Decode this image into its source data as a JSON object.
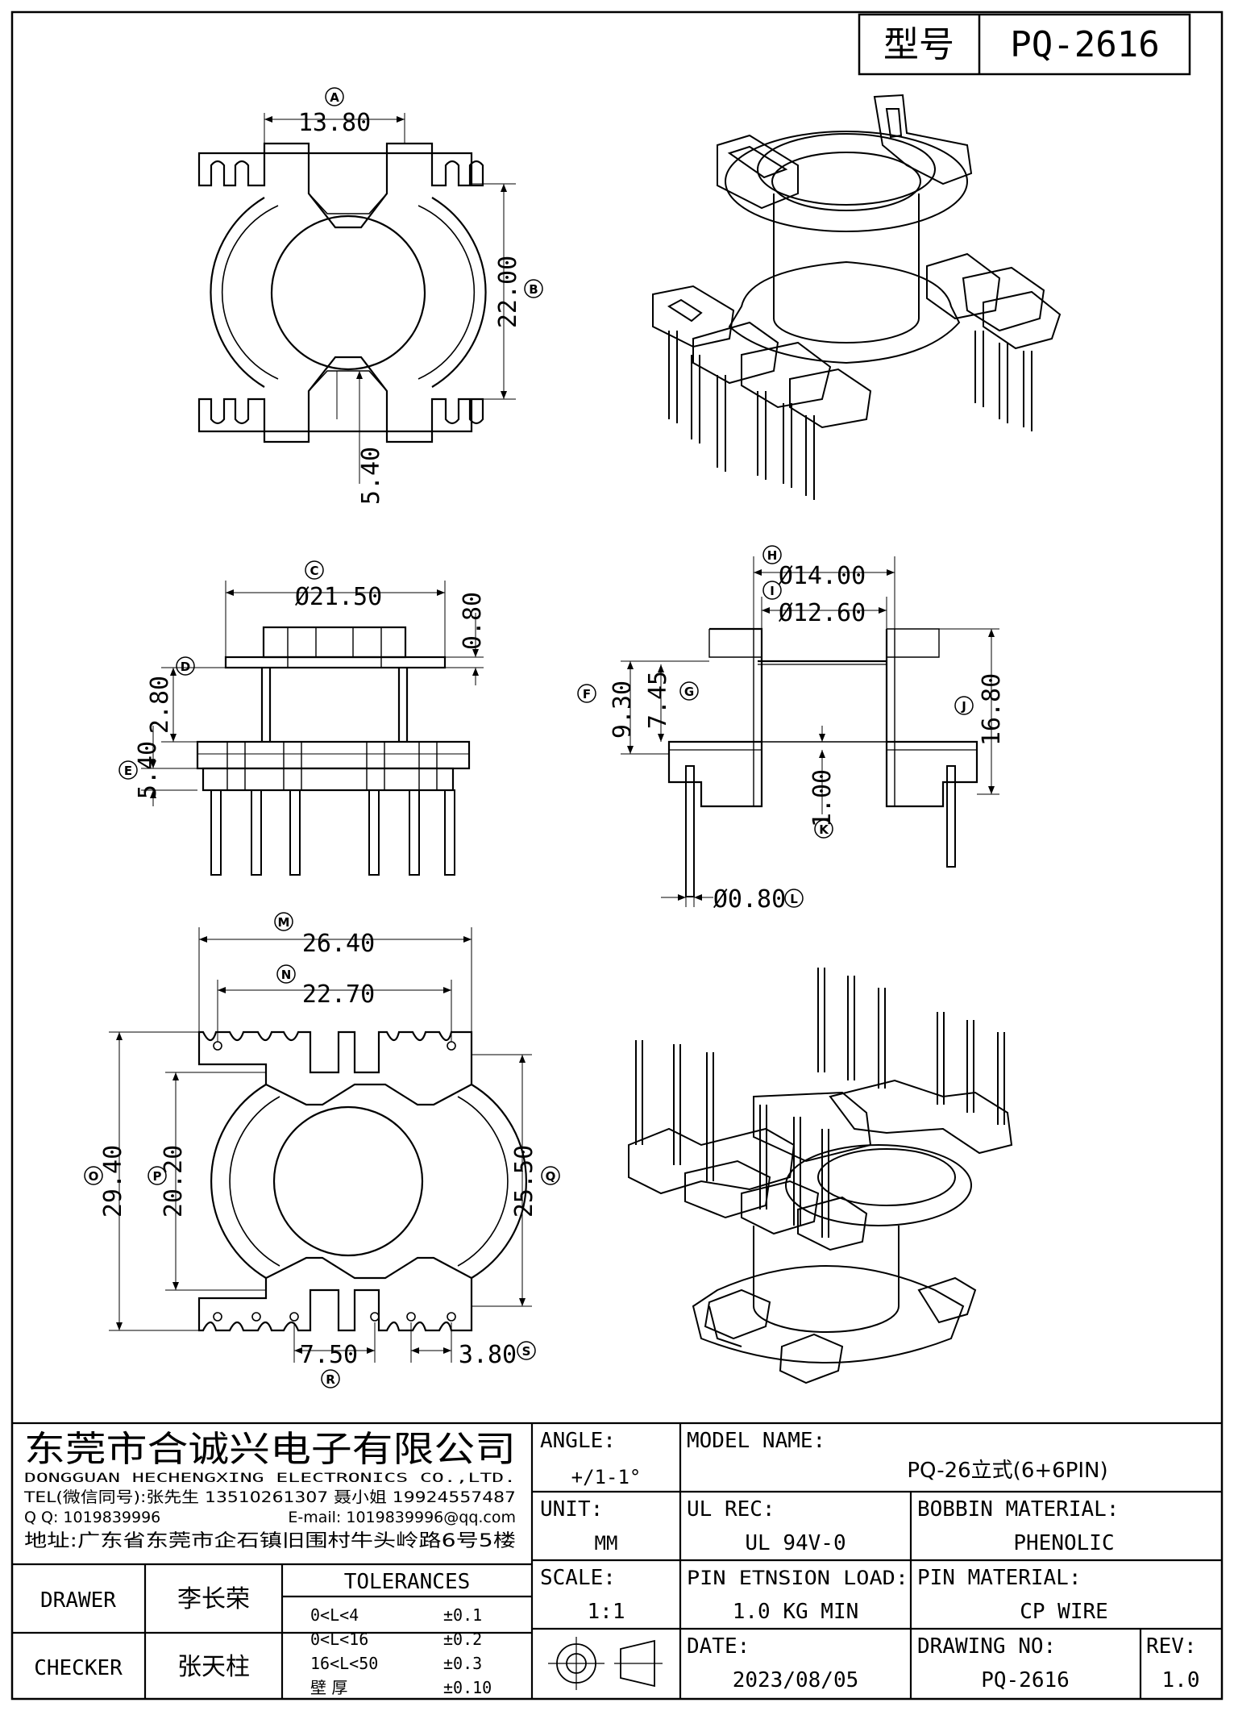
{
  "header": {
    "model_label": "型号",
    "model_value": "PQ-2616"
  },
  "dimensions": {
    "A": {
      "label": "A",
      "value": "13.80"
    },
    "B": {
      "label": "B",
      "value": "22.00"
    },
    "slot": {
      "value": "5.40"
    },
    "C": {
      "label": "C",
      "value": "Ø21.50"
    },
    "flange": {
      "value": "0.80"
    },
    "D": {
      "label": "D",
      "value": "2.80"
    },
    "E": {
      "label": "E",
      "value": "5.40"
    },
    "F": {
      "label": "F",
      "value": "9.30"
    },
    "G": {
      "label": "G",
      "value": "7.45"
    },
    "H": {
      "label": "H",
      "value": "Ø14.00"
    },
    "I": {
      "label": "I",
      "value": "Ø12.60"
    },
    "J": {
      "label": "J",
      "value": "16.80"
    },
    "K": {
      "label": "K",
      "value": "1.00"
    },
    "L": {
      "label": "L",
      "value": "Ø0.80"
    },
    "M": {
      "label": "M",
      "value": "26.40"
    },
    "N": {
      "label": "N",
      "value": "22.70"
    },
    "O": {
      "label": "O",
      "value": "29.40"
    },
    "P": {
      "label": "P",
      "value": "20.20"
    },
    "Q": {
      "label": "Q",
      "value": "25.50"
    },
    "R": {
      "label": "R",
      "value": "7.50"
    },
    "S": {
      "label": "S",
      "value": "3.80"
    }
  },
  "company": {
    "name_cn": "东莞市合诚兴电子有限公司",
    "name_en": "DONGGUAN HECHENGXING ELECTRONICS CO.,LTD.",
    "tel": "TEL(微信同号):张先生 13510261307 聂小姐 19924557487",
    "qq": "Q Q: 1019839996",
    "email": "E-mail: 1019839996@qq.com",
    "address": "地址:广东省东莞市企石镇旧围村牛头岭路6号5楼"
  },
  "title_block": {
    "angle_label": "ANGLE:",
    "angle_value": "+/1-1°",
    "model_name_label": "MODEL NAME:",
    "model_name_value": "PQ-26立式(6+6PIN)",
    "unit_label": "UNIT:",
    "unit_value": "MM",
    "ul_label": "UL REC:",
    "ul_value": "UL 94V-0",
    "bobbin_label": "BOBBIN MATERIAL:",
    "bobbin_value": "PHENOLIC",
    "scale_label": "SCALE:",
    "scale_value": "1:1",
    "pin_load_label": "PIN ETNSION LOAD:",
    "pin_load_value": "1.0 KG MIN",
    "pin_mat_label": "PIN MATERIAL:",
    "pin_mat_value": "CP WIRE",
    "date_label": "DATE:",
    "date_value": "2023/08/05",
    "drawing_no_label": "DRAWING NO:",
    "drawing_no_value": "PQ-2616",
    "rev_label": "REV:",
    "rev_value": "1.0",
    "drawer_label": "DRAWER",
    "drawer_value": "李长荣",
    "checker_label": "CHECKER",
    "checker_value": "张天柱",
    "tolerances_label": "TOLERANCES",
    "tolerances": [
      {
        "range": "0<L<4",
        "value": "±0.1"
      },
      {
        "range": "0<L<16",
        "value": "±0.2"
      },
      {
        "range": "16<L<50",
        "value": "±0.3"
      },
      {
        "range": "壁    厚",
        "value": "±0.10"
      }
    ]
  }
}
